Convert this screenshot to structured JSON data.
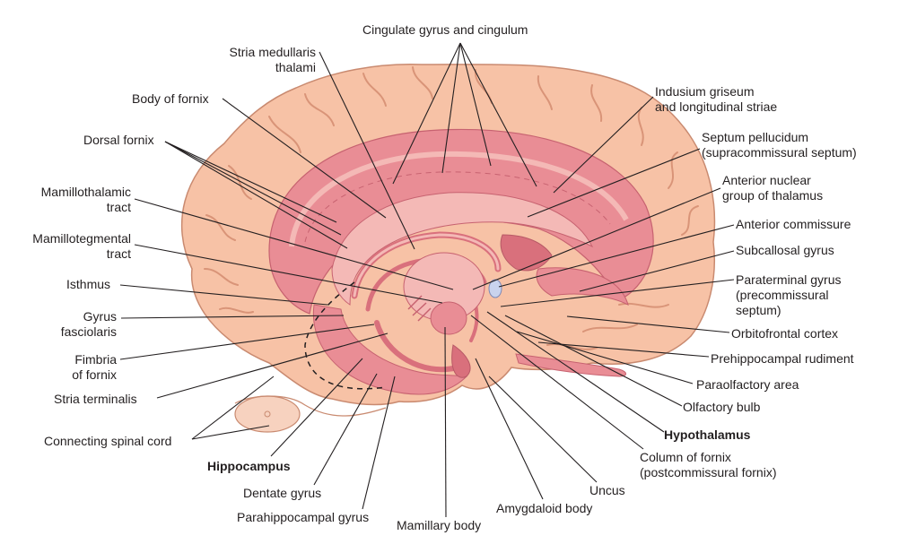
{
  "labels": {
    "cingulate": "Cingulate gyrus and cingulum",
    "stria_medullaris": "Stria medullaris\nthalami",
    "body_of_fornix": "Body of fornix",
    "dorsal_fornix": "Dorsal fornix",
    "mamillothalamic": "Mamillothalamic\ntract",
    "mamillotegmental": "Mamillotegmental\ntract",
    "isthmus": "Isthmus",
    "gyrus_fasciolaris": "Gyrus\nfasciolaris",
    "fimbria": "Fimbria\nof fornix",
    "stria_terminalis": "Stria terminalis",
    "connecting_spinal_cord": "Connecting spinal cord",
    "hippocampus": "Hippocampus",
    "dentate_gyrus": "Dentate gyrus",
    "parahippocampal": "Parahippocampal gyrus",
    "mamillary_body": "Mamillary body",
    "amygdaloid_body": "Amygdaloid body",
    "uncus": "Uncus",
    "column_of_fornix": "Column of fornix\n(postcommissural fornix)",
    "hypothalamus": "Hypothalamus",
    "olfactory_bulb": "Olfactory bulb",
    "paraolfactory": "Paraolfactory area",
    "prehippocampal": "Prehippocampal rudiment",
    "orbitofrontal": "Orbitofrontal cortex",
    "paraterminal": "Paraterminal gyrus\n(precommissural\nseptum)",
    "subcallosal": "Subcallosal gyrus",
    "anterior_commissure": "Anterior commissure",
    "anterior_nuclear": "Anterior nuclear\ngroup of thalamus",
    "septum_pellucidum": "Septum pellucidum\n(supracommissural septum)",
    "indusium": "Indusium griseum\nand longitudinal striae"
  },
  "colors": {
    "cortex": "#f7c2a6",
    "cortex_dark": "#e8a487",
    "limbic": "#e98d95",
    "limbic_light": "#f4b9b6",
    "limbic_dark": "#d9707c",
    "leader": "#231f20",
    "commissure": "#c9d3ee"
  }
}
